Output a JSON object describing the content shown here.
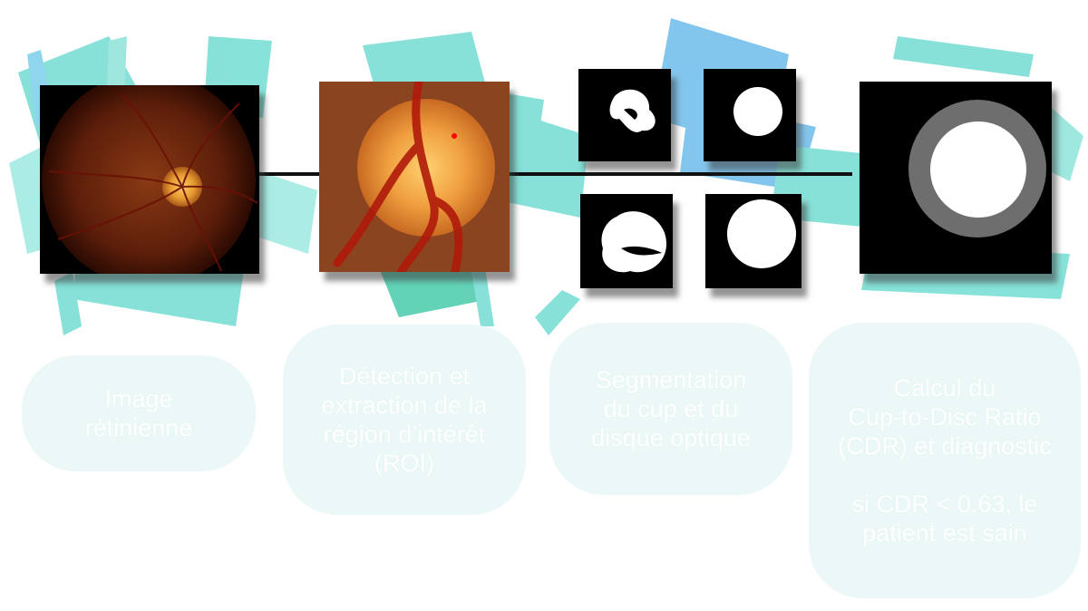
{
  "steps": [
    {
      "label": "Image\nrétinienne"
    },
    {
      "label": "Détection et\nextraction de la\nrégion d’intérêt\n(ROI)"
    },
    {
      "label": "Segmentation\ndu cup et du\ndisque optique"
    },
    {
      "label": "Calcul du\nCup-to-Disc Ratio\n(CDR) et diagnostic\n\nsi  CDR < 0.63, le\npatient est sain"
    }
  ],
  "colors": {
    "accent_cyan": "#5fd8cc",
    "accent_blue": "#5ab4e8",
    "label_bg": "#e1f5f2",
    "panel_black": "#000000",
    "cdr_ring": "#6e6e6e"
  },
  "icons": [
    "fundus-image",
    "roi-image",
    "cup-mask",
    "disc-mask",
    "cdr-overlay"
  ]
}
